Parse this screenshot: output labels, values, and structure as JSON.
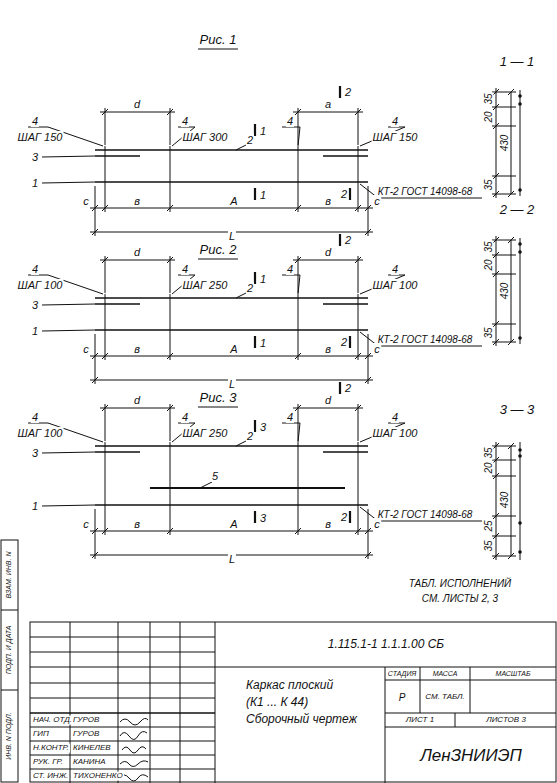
{
  "diagram": {
    "labels": [
      "Рис. 1",
      "4",
      "d",
      "4",
      "4",
      "a",
      "4",
      "ШАГ 150",
      "ШАГ 300",
      "2",
      "ШАГ 150",
      "1",
      "2",
      "3",
      "1",
      "1",
      "2",
      "c",
      "в",
      "A",
      "в",
      "c",
      "L",
      "КТ-2 ГОСТ 14098-68",
      "1 — 1",
      "35",
      "20",
      "430",
      "35",
      "Рис. 2",
      "4",
      "d",
      "4",
      "4",
      "d",
      "4",
      "ШАГ 100",
      "ШАГ 250",
      "2",
      "ШАГ 100",
      "1",
      "2",
      "3",
      "1",
      "1",
      "2",
      "c",
      "в",
      "A",
      "в",
      "c",
      "L",
      "КТ-2 ГОСТ 14098-68",
      "2 — 2",
      "35",
      "20",
      "430",
      "35",
      "Рис. 3",
      "4",
      "d",
      "4",
      "4",
      "d",
      "4",
      "ШАГ 100",
      "ШАГ 250",
      "2",
      "ШАГ 100",
      "3",
      "2",
      "3",
      "1",
      "3",
      "2",
      "c",
      "в",
      "A",
      "в",
      "c",
      "L",
      "КТ-2 ГОСТ 14098-68",
      "5",
      "3 — 3",
      "35",
      "20",
      "430",
      "25",
      "35",
      "ТАБЛ. ИСПОЛНЕНИЙ",
      "СМ. ЛИСТЫ 2, 3",
      "ВЗАМ. ИНВ. N",
      "ПОДП. И ДАТА",
      "ИНВ. N ПОДЛ.",
      "1.115.1-1 1.1.1.00 СБ",
      "Каркас плоский",
      "(К1 ... К 44)",
      "Сборочный чертеж",
      "СТАДИЯ",
      "МАССА",
      "МАСШТАБ",
      "Р",
      "СМ. ТАБЛ.",
      "ЛИСТ 1",
      "ЛИСТОВ 3",
      "НАЧ. ОТД.",
      "ГУРОВ",
      "ГИП",
      "ГУРОВ",
      "Н.КОНТР.",
      "КИНЕЛЕВ",
      "РУК. ГР.",
      "КАНИНА",
      "СТ. ИНЖ.",
      "ТИХОНЕНКО",
      "ЛенЗНИИЭП"
    ]
  }
}
